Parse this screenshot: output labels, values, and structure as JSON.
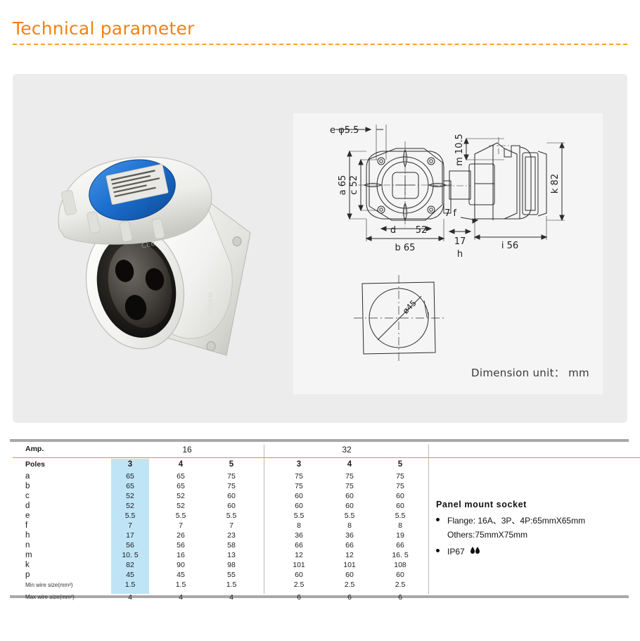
{
  "header": {
    "title": "Technical parameter"
  },
  "showcase": {
    "product_photo_alt": "industrial-panel-mount-socket-photo",
    "drawing": {
      "dimension_unit_label": "Dimension unit：  mm",
      "front_view_labels": {
        "e_phi": "e φ5.5",
        "a": "a 65",
        "c": "c 52",
        "d": "d",
        "d_val": "52",
        "b": "b 65"
      },
      "side_view_labels": {
        "m_top": "m 10.5",
        "k": "k 82",
        "f": "7 f",
        "h_val": "17",
        "h": "h",
        "i": "i 56"
      },
      "cutout_view_labels": {
        "diameter": "ø45",
        "leader": "l"
      }
    }
  },
  "table": {
    "amp_label": "Amp.",
    "poles_label": "Poles",
    "amp_groups": [
      {
        "label": "16",
        "poles": [
          "3",
          "4",
          "5"
        ]
      },
      {
        "label": "32",
        "poles": [
          "3",
          "4",
          "5"
        ]
      }
    ],
    "highlight_column_index": 0,
    "highlight_color": "#bfe4f6",
    "rule_color": "#e08b33",
    "bar_color": "#a8a8a8",
    "rows": [
      {
        "label": "a",
        "values": [
          "65",
          "65",
          "75",
          "75",
          "75",
          "75"
        ]
      },
      {
        "label": "b",
        "values": [
          "65",
          "65",
          "75",
          "75",
          "75",
          "75"
        ]
      },
      {
        "label": "c",
        "values": [
          "52",
          "52",
          "60",
          "60",
          "60",
          "60"
        ]
      },
      {
        "label": "d",
        "values": [
          "52",
          "52",
          "60",
          "60",
          "60",
          "60"
        ]
      },
      {
        "label": "e",
        "values": [
          "5.5",
          "5.5",
          "5.5",
          "5.5",
          "5.5",
          "5.5"
        ]
      },
      {
        "label": "f",
        "values": [
          "7",
          "7",
          "7",
          "8",
          "8",
          "8"
        ]
      },
      {
        "label": "h",
        "values": [
          "17",
          "26",
          "23",
          "36",
          "36",
          "19"
        ]
      },
      {
        "label": "n",
        "values": [
          "56",
          "56",
          "58",
          "66",
          "66",
          "66"
        ]
      },
      {
        "label": "m",
        "values": [
          "10. 5",
          "16",
          "13",
          "12",
          "12",
          "16. 5"
        ]
      },
      {
        "label": "k",
        "values": [
          "82",
          "90",
          "98",
          "101",
          "101",
          "108"
        ]
      },
      {
        "label": "p",
        "values": [
          "45",
          "45",
          "55",
          "60",
          "60",
          "60"
        ]
      },
      {
        "label": "Min wire size(mm²)",
        "small": true,
        "values": [
          "1.5",
          "1.5",
          "1.5",
          "2.5",
          "2.5",
          "2.5"
        ]
      },
      {
        "label": "Max wire size(mm²)",
        "small": true,
        "values": [
          "4",
          "4",
          "4",
          "6",
          "6",
          "6"
        ]
      }
    ]
  },
  "notes": {
    "title": "Panel mount socket",
    "items": [
      {
        "text": "Flange:  16A、3P、4P:65mmX65mm",
        "sub": "Others:75mmX75mm"
      },
      {
        "text": "IP67",
        "droplets": 2
      }
    ]
  }
}
